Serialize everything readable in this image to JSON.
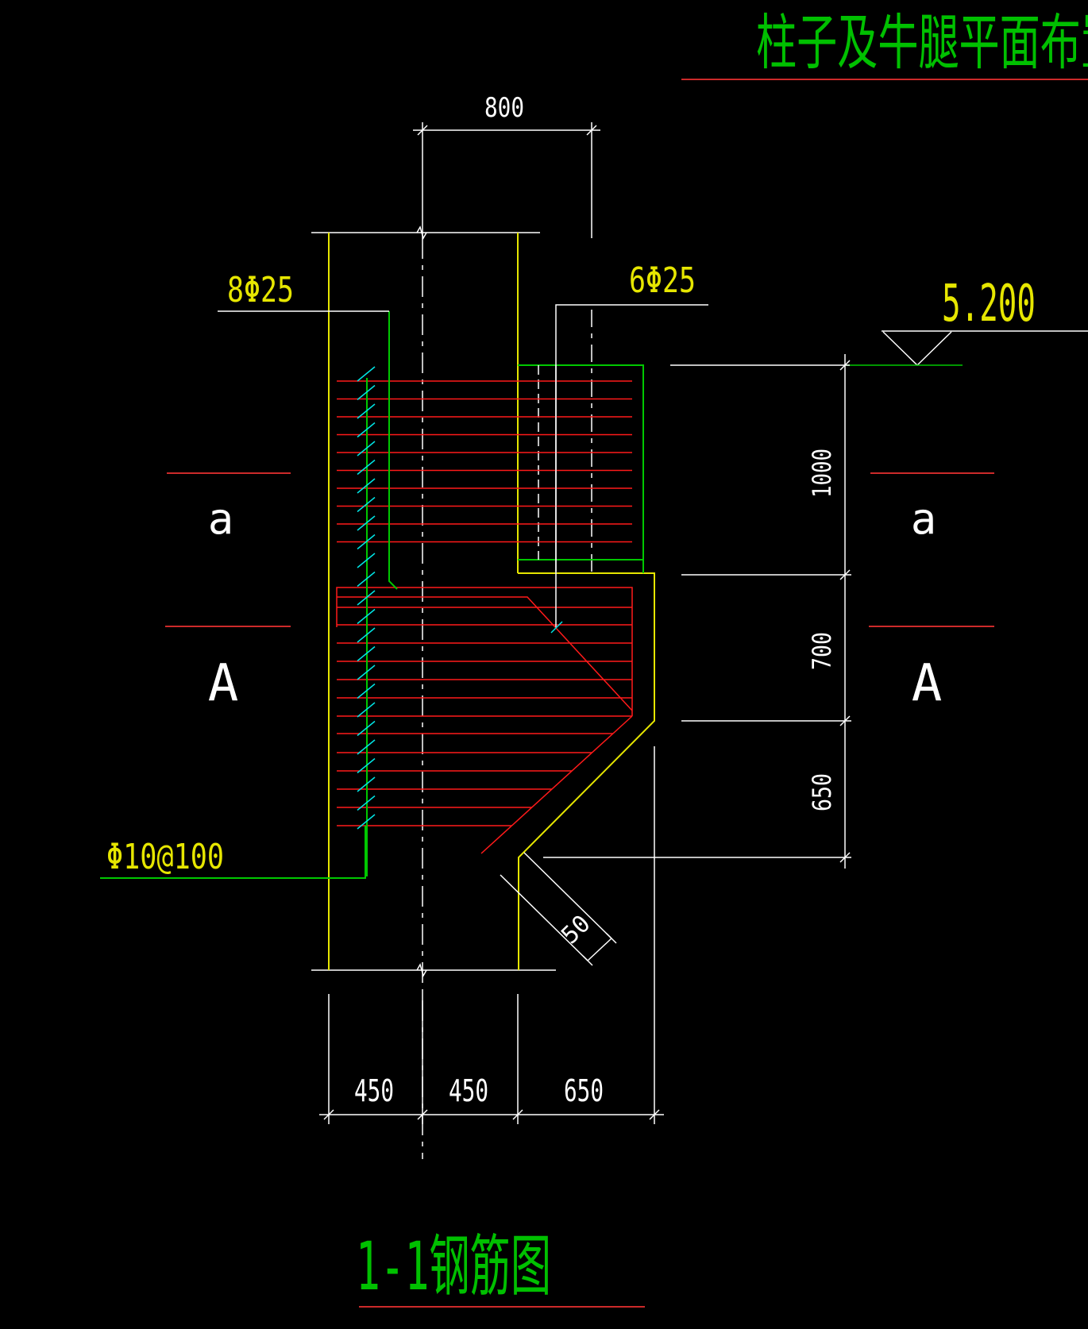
{
  "header": {
    "title": "柱子及牛腿平面布置"
  },
  "dimensions": {
    "top_width": "800",
    "right_upper": "1000",
    "right_middle": "700",
    "right_lower": "650",
    "bottom_a": "450",
    "bottom_b": "450",
    "bottom_c": "650",
    "chamfer": "50"
  },
  "rebar": {
    "left_main": "8Φ25",
    "right_main": "6Φ25",
    "stirrup": "Φ10@100"
  },
  "elevation": {
    "value": "5.200"
  },
  "section_marks": {
    "left_upper": "a",
    "left_lower": "A",
    "right_upper": "a",
    "right_lower": "A"
  },
  "drawing_title": "1-1钢筋图",
  "colors": {
    "background": "#000000",
    "concrete_outline": "#e6e600",
    "rebar": "#ff1a1a",
    "stirrup_leader": "#00c800",
    "dimension": "#ffffff",
    "tick": "#00e5e5",
    "title": "#00c000",
    "label": "#e6e600"
  }
}
